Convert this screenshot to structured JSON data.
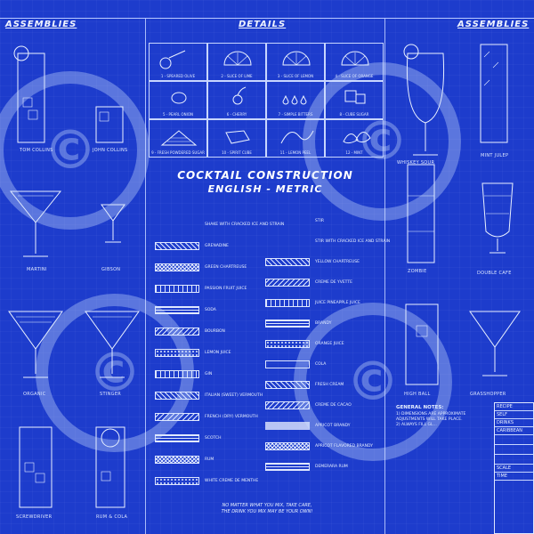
{
  "headers": {
    "left": "ASSEMBLIES",
    "center": "DETAILS",
    "right": "ASSEMBLIES"
  },
  "title": {
    "line1": "COCKTAIL CONSTRUCTION",
    "line2": "ENGLISH - METRIC"
  },
  "left_captions": [
    "TOM COLLINS",
    "JOHN COLLINS",
    "MARTINI",
    "GIBSON",
    "ORGANIC",
    "STINGER",
    "SCREWDRIVER",
    "RUM & COLA"
  ],
  "right_captions": [
    "WHISKEY SOUR",
    "MINT JULEP",
    "ZOMBIE",
    "DOUBLE CAFE",
    "HIGH BALL",
    "GRASSHOPPER"
  ],
  "details": [
    "1 - SPEARED OLIVE",
    "2 - SLICE OF LIME",
    "3 - SLICE OF LEMON",
    "4 - SLICE OF ORANGE",
    "5 - PEARL ONION",
    "6 - CHERRY",
    "7 - SIMPLE BITTERS",
    "8 - CUBE SUGAR",
    "9 - FRESH POWDERED SUGAR",
    "10 - SPIRIT CUBE",
    "11 - LEMON PEEL",
    "12 - MINT"
  ],
  "legend_left": [
    "SHAKE WITH CRACKED ICE AND STRAIN",
    "GRENADINE",
    "GREEN CHARTREUSE",
    "PASSION FRUIT JUICE",
    "SODA",
    "BOURBON",
    "LEMON JUICE",
    "GIN",
    "ITALIAN (SWEET) VERMOUTH",
    "FRENCH (DRY) VERMOUTH",
    "SCOTCH",
    "RUM",
    "WHITE CREME DE MENTHE"
  ],
  "legend_right": [
    "STIR",
    "STIR WITH CRACKED ICE AND STRAIN",
    "YELLOW CHARTREUSE",
    "CREME DE YVETTE",
    "JUICE PINEAPPLE JUICE",
    "BRANDY",
    "ORANGE JUICE",
    "COLA",
    "FRESH CREAM",
    "CREME DE CACAO",
    "APRICOT BRANDY",
    "APRICOT FLAVORED BRANDY",
    "DEMERARA RUM"
  ],
  "notes": {
    "heading": "GENERAL NOTES:",
    "lines": [
      "1) DIMENSIONS ARE APPROXIMATE",
      "   ADJUSTMENTS WILL TAKE PLACE.",
      "2) ALWAYS FILL GL..."
    ]
  },
  "recipe": {
    "title": "RECIPE",
    "rows": [
      "SELF",
      "DRINKS",
      "CARIBBEAN",
      "",
      "",
      "",
      "SCALE",
      "TIME"
    ]
  },
  "footer": {
    "line1": "NO MATTER WHAT YOU MIX, TAKE CARE,",
    "line2": "THE DRINK YOU MIX MAY BE YOUR OWN!"
  },
  "watermark": "©"
}
